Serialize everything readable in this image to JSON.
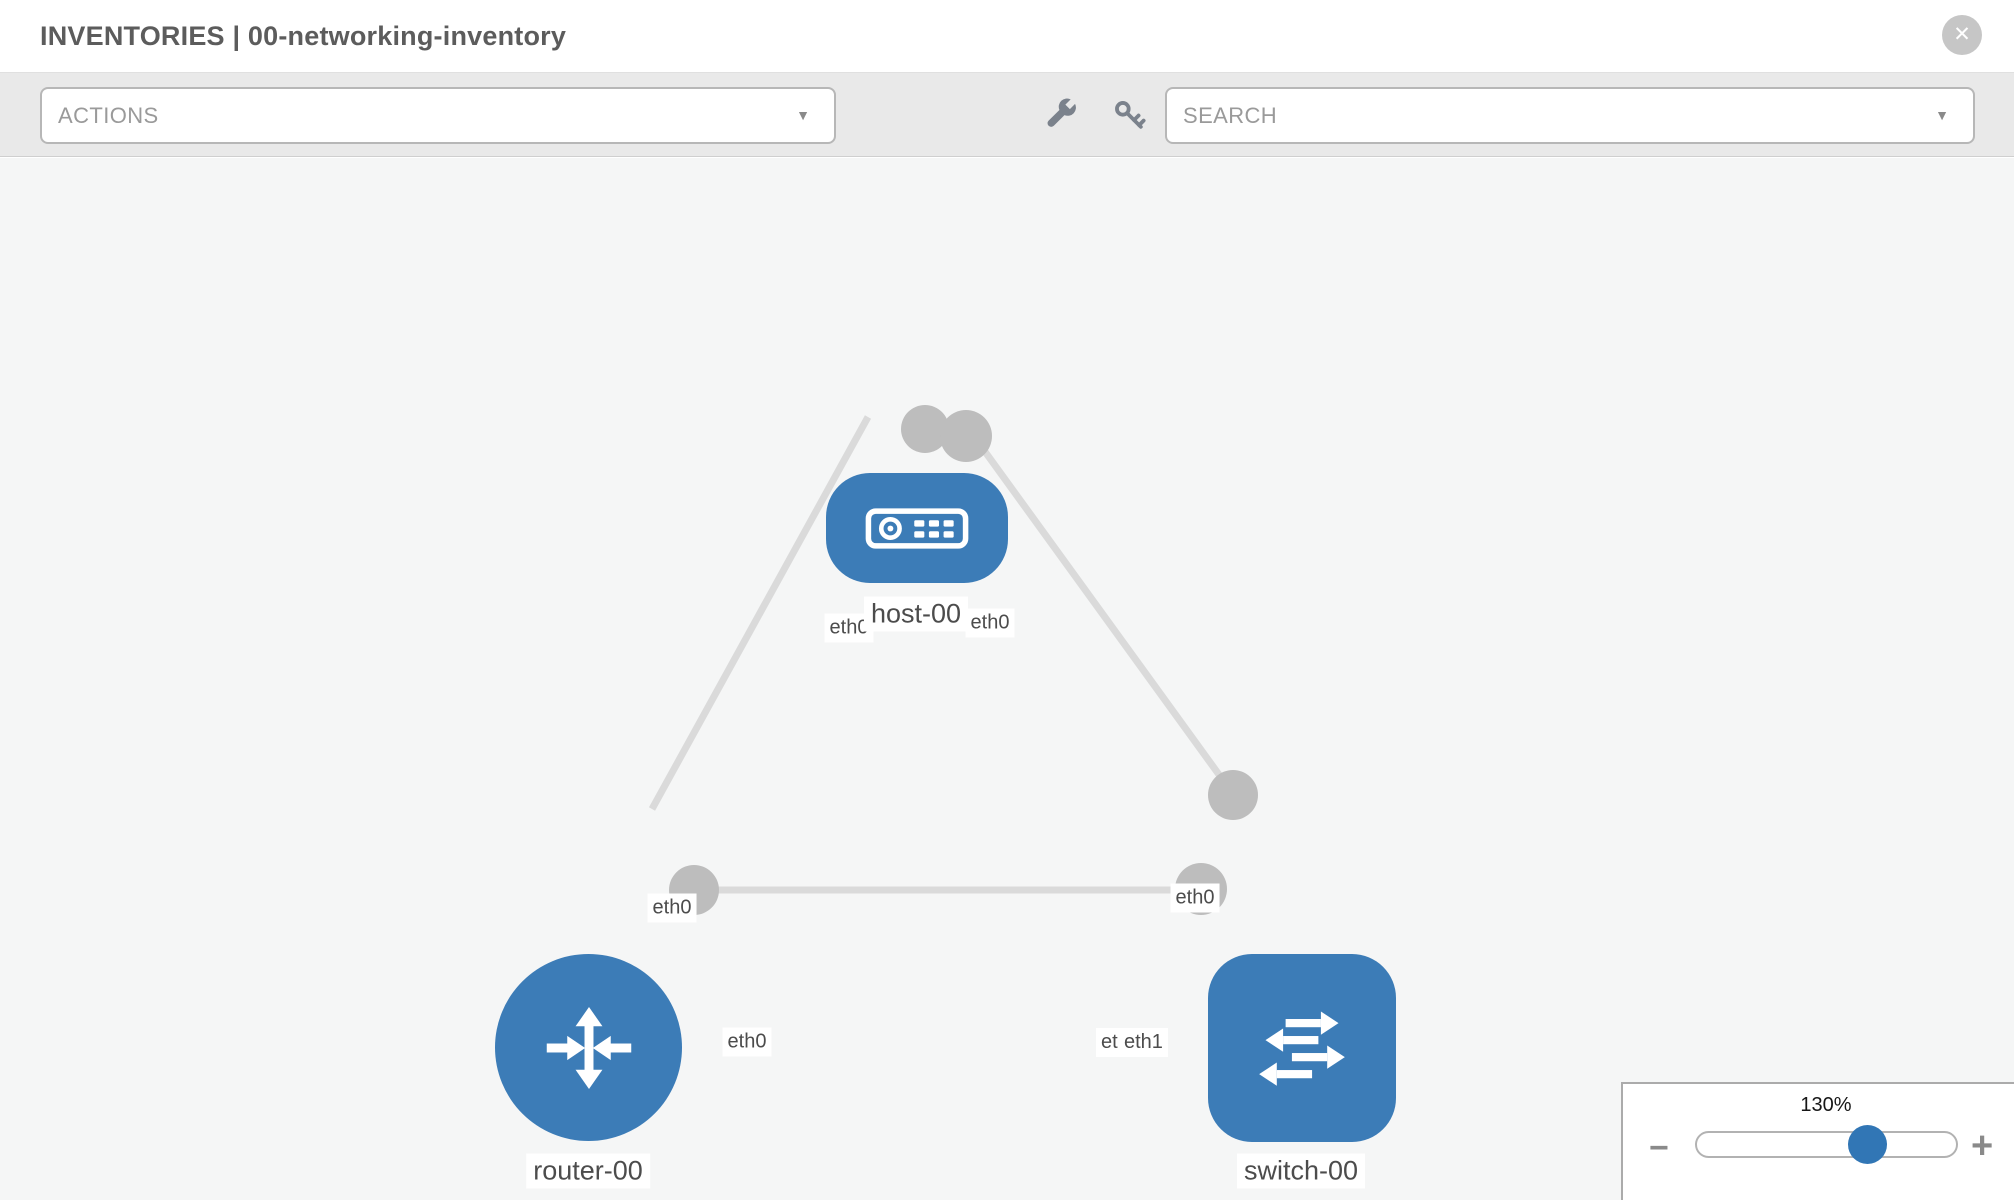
{
  "header": {
    "title_prefix": "INVENTORIES",
    "title_separator": " | ",
    "title_name": "00-networking-inventory",
    "close_glyph": "✕"
  },
  "toolbar": {
    "actions_label": "ACTIONS",
    "search_label": "SEARCH",
    "caret_glyph": "▼"
  },
  "topology": {
    "nodes": [
      {
        "id": "host-00",
        "type": "host",
        "label": "host-00"
      },
      {
        "id": "router-00",
        "type": "router",
        "label": "router-00"
      },
      {
        "id": "switch-00",
        "type": "switch",
        "label": "switch-00"
      }
    ],
    "links": [
      {
        "from": "host-00",
        "from_iface": "eth0",
        "to": "router-00",
        "to_iface": "eth0"
      },
      {
        "from": "host-00",
        "from_iface": "eth0",
        "to": "switch-00",
        "to_iface": "eth0"
      },
      {
        "from": "router-00",
        "from_iface": "eth0",
        "to": "switch-00",
        "to_iface": "eth1"
      }
    ],
    "iface": {
      "hr_host": "eth0",
      "hr_router": "eth0",
      "hs_host": "eth0",
      "hs_switch": "eth0",
      "rs_router": "eth0",
      "rs_switch_back": "eth0",
      "rs_switch_front": "eth1"
    }
  },
  "zoom": {
    "level": "130%",
    "percent": 65,
    "minus_glyph": "−",
    "plus_glyph": "+"
  },
  "colors": {
    "node_blue": "#3c7cb7",
    "edge_gray": "#dadada",
    "port_gray": "#bdbdbd",
    "canvas_bg": "#f5f6f6",
    "accent_blue": "#3176b5"
  }
}
